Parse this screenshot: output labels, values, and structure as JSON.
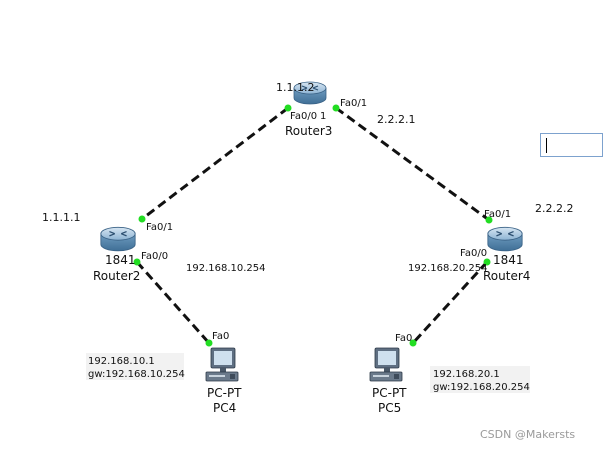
{
  "links": [
    {
      "from": "Router3",
      "to": "Router2"
    },
    {
      "from": "Router3",
      "to": "Router4"
    },
    {
      "from": "Router2",
      "to": "PC4"
    },
    {
      "from": "Router4",
      "to": "PC5"
    }
  ],
  "routers": {
    "router3": {
      "name": "Router3",
      "ip": "1.1.1.2",
      "port_left": "Fa0/0",
      "port_left_suffix": "1",
      "port_right": "Fa0/1",
      "link_ip": "2.2.2.1"
    },
    "router2": {
      "name": "Router2",
      "model": "1841",
      "ip": "1.1.1.1",
      "port_up": "Fa0/1",
      "port_down": "Fa0/0",
      "lan_gw": "192.168.10.254"
    },
    "router4": {
      "name": "Router4",
      "model": "1841",
      "ip": "2.2.2.2",
      "port_up": "Fa0/1",
      "port_down": "Fa0/0",
      "lan_gw": "192.168.20.254"
    }
  },
  "pcs": {
    "pc4": {
      "type": "PC-PT",
      "name": "PC4",
      "port": "Fa0",
      "ip": "192.168.10.1",
      "gw": "gw:192.168.10.254"
    },
    "pc5": {
      "type": "PC-PT",
      "name": "PC5",
      "port": "Fa0",
      "ip": "192.168.20.1",
      "gw": "gw:192.168.20.254"
    }
  },
  "watermark": "CSDN @Makersts",
  "colors": {
    "link": "#111111",
    "port_up": "#22dd22",
    "router_body": "#5d8fb5",
    "router_top": "#a9c8e0"
  }
}
